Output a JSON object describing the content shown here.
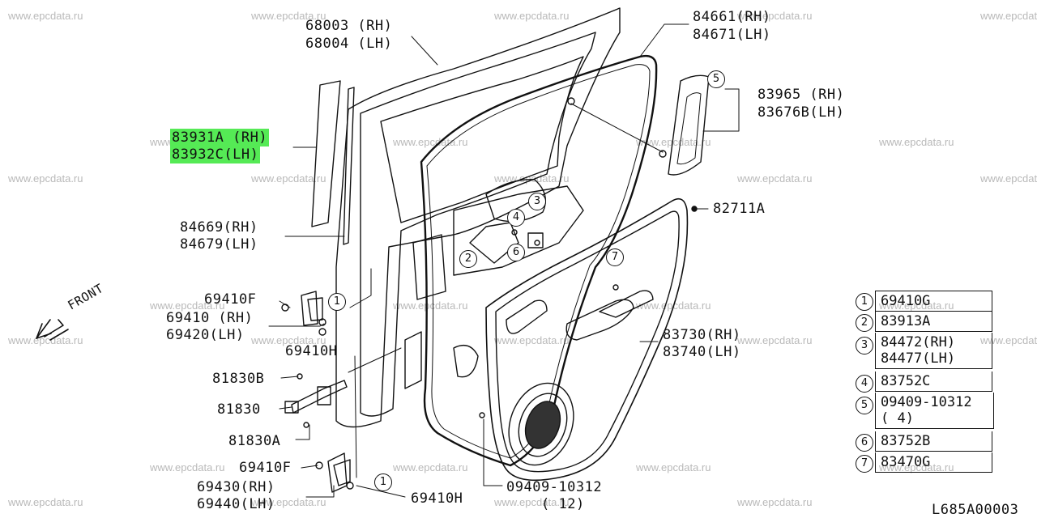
{
  "watermark": "www.epcdata.ru",
  "highlight_color": "#55ea55",
  "front_label": "FRONT",
  "diagram_code": "L685A00003",
  "labels": {
    "p68003": "68003 (RH)",
    "p68004": "68004 (LH)",
    "p84661": "84661(RH)",
    "p84671": "84671(LH)",
    "p83965": "83965 (RH)",
    "p83676b": "83676B(LH)",
    "p83931a": "83931A (RH)",
    "p83932c": "83932C(LH)",
    "p82711a": "82711A",
    "p84669": "84669(RH)",
    "p84679": "84679(LH)",
    "p69410f_top": "69410F",
    "p69410": "69410 (RH)",
    "p69420": "69420(LH)",
    "p69410h_top": "69410H",
    "p83730": "83730(RH)",
    "p83740": "83740(LH)",
    "p81830b": "81830B",
    "p81830": "81830",
    "p81830a": "81830A",
    "p69410f_bot": "69410F",
    "p69430": "69430(RH)",
    "p69440": "69440(LH)",
    "p69410h_bot": "69410H",
    "p09409": "09409-10312",
    "p09409_qty": "( 12)"
  },
  "callouts": {
    "c1": "1",
    "c2": "2",
    "c3": "3",
    "c4": "4",
    "c5": "5",
    "c6": "6",
    "c7": "7"
  },
  "legend": [
    {
      "num": "1",
      "parts": [
        "69410G"
      ]
    },
    {
      "num": "2",
      "parts": [
        "83913A"
      ]
    },
    {
      "num": "3",
      "parts": [
        "84472(RH)",
        "84477(LH)"
      ]
    },
    {
      "num": "4",
      "parts": [
        "83752C"
      ]
    },
    {
      "num": "5",
      "parts": [
        "09409-10312",
        "( 4)"
      ]
    },
    {
      "num": "6",
      "parts": [
        "83752B"
      ]
    },
    {
      "num": "7",
      "parts": [
        "83470G"
      ]
    }
  ]
}
